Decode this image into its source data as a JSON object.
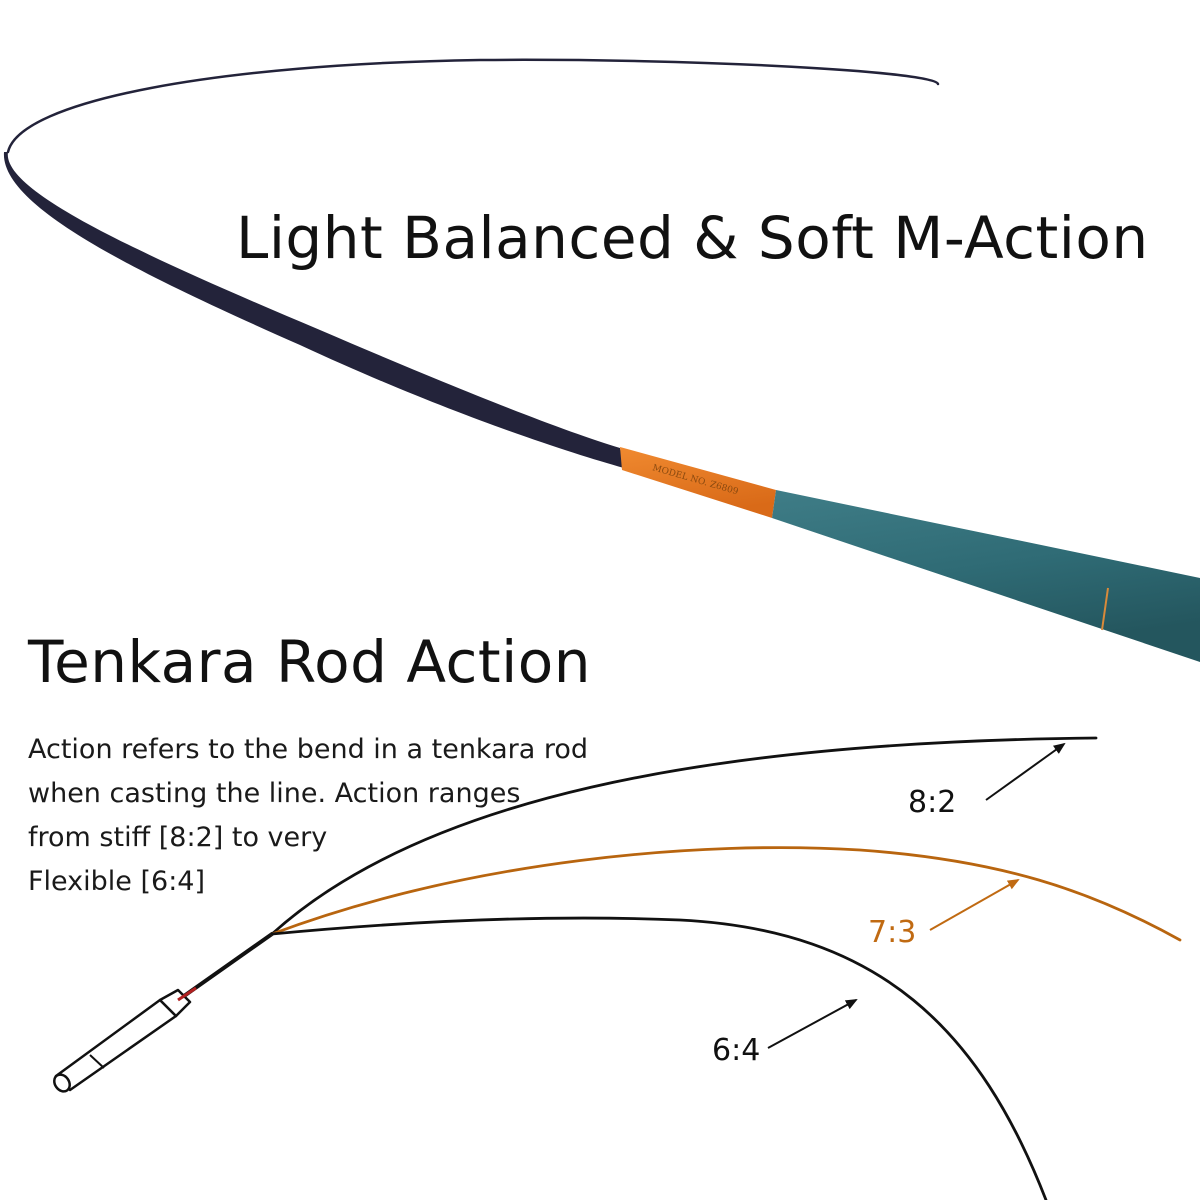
{
  "headline_top": "Light Balanced & Soft M-Action",
  "headline_mid": "Tenkara Rod Action",
  "description_lines": [
    "Action refers to the bend in a tenkara rod",
    "when casting the line. Action ranges",
    "from stiff [8:2] to very",
    "Flexible [6:4]"
  ],
  "rod_model_text": "MODEL NO. Z6809",
  "actions": [
    {
      "label": "8:2",
      "color": "#111111"
    },
    {
      "label": "7:3",
      "color": "#c06a12"
    },
    {
      "label": "6:4",
      "color": "#111111"
    }
  ],
  "colors": {
    "rod_tip": "#23233a",
    "rod_band": "#e87b23",
    "rod_butt": "#2f6b75"
  }
}
